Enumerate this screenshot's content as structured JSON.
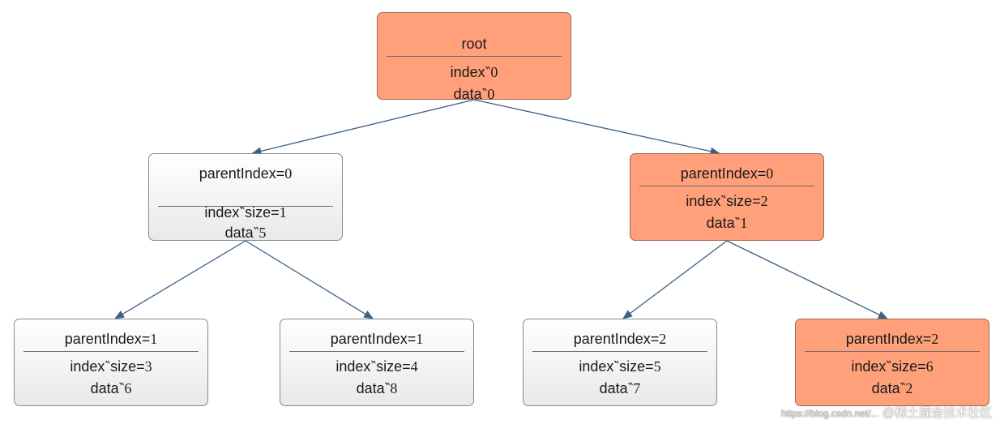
{
  "colors": {
    "highlight": "#ffa07a",
    "plain_top": "#ffffff",
    "plain_bottom": "#e9e9e9",
    "edge": "#3d5f88"
  },
  "nodes": [
    {
      "id": "root",
      "title": "root",
      "lines": [
        "index‶0",
        "data‶0"
      ],
      "highlight": true
    },
    {
      "id": "n1",
      "title": "parentIndex=0",
      "lines": [
        "index‶size=1",
        "data‶5"
      ],
      "highlight": false
    },
    {
      "id": "n2",
      "title": "parentIndex=0",
      "lines": [
        "index‶size=2",
        "data‶1"
      ],
      "highlight": true
    },
    {
      "id": "n3",
      "title": "parentIndex=1",
      "lines": [
        "index‶size=3",
        "data‶6"
      ],
      "highlight": false
    },
    {
      "id": "n4",
      "title": "parentIndex=1",
      "lines": [
        "index‶size=4",
        "data‶8"
      ],
      "highlight": false
    },
    {
      "id": "n5",
      "title": "parentIndex=2",
      "lines": [
        "index‶size=5",
        "data‶7"
      ],
      "highlight": false
    },
    {
      "id": "n6",
      "title": "parentIndex=2",
      "lines": [
        "index‶size=6",
        "data‶2"
      ],
      "highlight": true
    }
  ],
  "edges": [
    {
      "from": "root",
      "to": "n1"
    },
    {
      "from": "root",
      "to": "n2"
    },
    {
      "from": "n1",
      "to": "n3"
    },
    {
      "from": "n1",
      "to": "n4"
    },
    {
      "from": "n2",
      "to": "n5"
    },
    {
      "from": "n2",
      "to": "n6"
    }
  ],
  "watermark": {
    "url": "https://blog.csdn.net/...",
    "text": "@稀土掘金技术社区"
  }
}
